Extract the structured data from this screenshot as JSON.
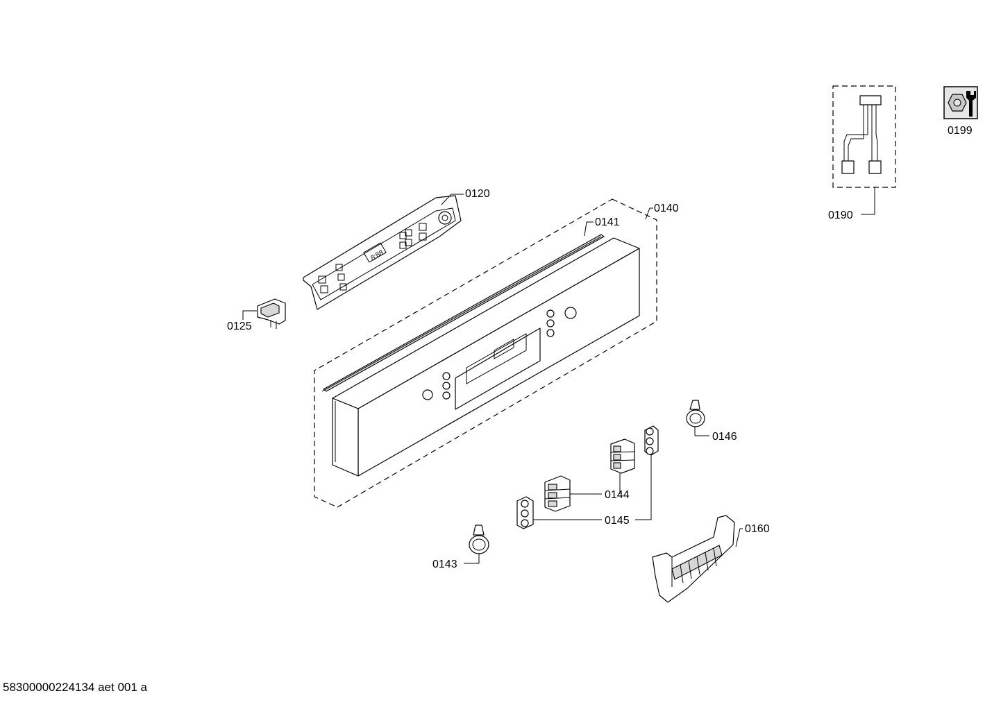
{
  "labels": {
    "p0120": "0120",
    "p0125": "0125",
    "p0140": "0140",
    "p0141": "0141",
    "p0143": "0143",
    "p0144": "0144",
    "p0145": "0145",
    "p0146": "0146",
    "p0160": "0160",
    "p0190": "0190",
    "p0199": "0199"
  },
  "footer": "58300000224134 aet 001 a"
}
